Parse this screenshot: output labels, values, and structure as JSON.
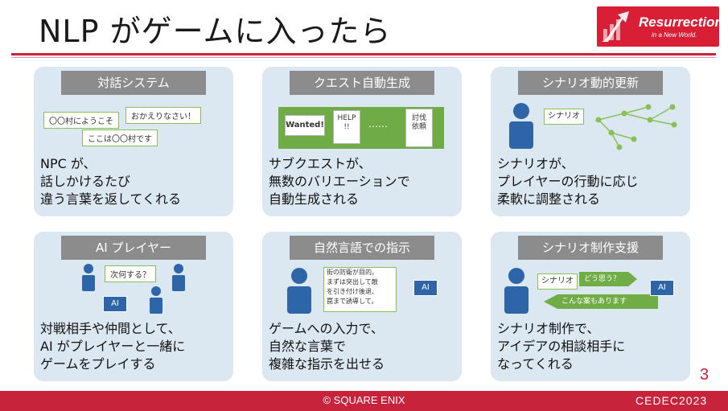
{
  "title": "NLP がゲームに入ったら",
  "logo": {
    "main": "Resurrection",
    "sub": "in a New World."
  },
  "cards": [
    {
      "heading": "対話システム",
      "text": "NPC が、\n話しかけるたび\n違う言葉を返してくれる",
      "bubbles": [
        "〇〇村にようこそ",
        "おかえりなさい！",
        "ここは〇〇村です"
      ]
    },
    {
      "heading": "クエスト自動生成",
      "text": "サブクエストが、\n無数のバリエーションで\n自動生成される",
      "notes": [
        "Wanted!",
        "HELP\n!!",
        "……",
        "討伐\n依頼"
      ]
    },
    {
      "heading": "シナリオ動的更新",
      "text": "シナリオが、\nプレイヤーの行動に応じ\n柔軟に調整される",
      "label": "シナリオ"
    },
    {
      "heading": "AI プレイヤー",
      "text": "対戦相手や仲間として、\nAI がプレイヤーと一緒に\nゲームをプレイする",
      "bubble": "次何する？",
      "ai": "AI"
    },
    {
      "heading": "自然言語での指示",
      "text": "ゲームへの入力で、\n自然な言葉で\n複雑な指示を出せる",
      "instruction": "街の防衛が目的。\nまずは突出して敵\nを引き付け後退、\n罠まで誘導して。",
      "ai": "AI"
    },
    {
      "heading": "シナリオ制作支援",
      "text": "シナリオ制作で、\nアイデアの相談相手に\nなってくれる",
      "label": "シナリオ",
      "ask": "どう思う？",
      "reply": "こんな案もあります",
      "ai": "AI"
    }
  ],
  "page_number": "3",
  "footer": {
    "copyright": "© SQUARE ENIX",
    "event": "CEDEC2023"
  },
  "colors": {
    "accent": "#c7233a",
    "card": "#dbe7f1",
    "heading": "#8c8c8c",
    "green": "#6fac45",
    "person": "#2e64a8"
  }
}
